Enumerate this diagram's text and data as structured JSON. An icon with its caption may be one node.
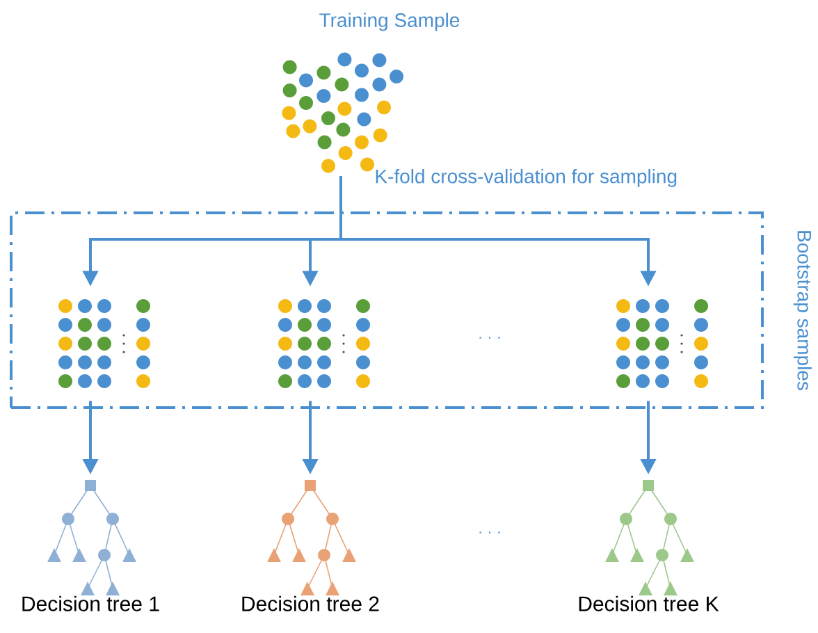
{
  "diagram": {
    "nodes": [
      {
        "text": [
          "Training Sample"
        ]
      },
      {
        "text": [
          "Bootstrap samples"
        ]
      },
      {
        "text": [],
        "shape": "picture",
        "in": 1
      },
      {
        "text": [],
        "shape": "picture",
        "in": 1
      },
      {
        "text": [],
        "shape": "picture",
        "in": 1
      },
      {
        "text": [
          "Decision tree 1"
        ]
      },
      {
        "text": [
          "Decision tree 2"
        ]
      },
      {
        "text": [
          "Decision tree K"
        ]
      }
    ],
    "edges": [
      {
        "from": 0,
        "to": 2,
        "arrow": "to"
      },
      {
        "from": 0,
        "to": 3,
        "arrow": "to"
      },
      {
        "from": 0,
        "to": 4,
        "arrow": "to"
      },
      {
        "from": 2,
        "to": 5,
        "arrow": "to"
      },
      {
        "from": 3,
        "to": 6,
        "arrow": "to"
      },
      {
        "from": 4,
        "to": 7,
        "arrow": "to"
      }
    ],
    "labels": [
      "K-fold cross-validation for sampling",
      "· · ·",
      "· · ·"
    ]
  }
}
